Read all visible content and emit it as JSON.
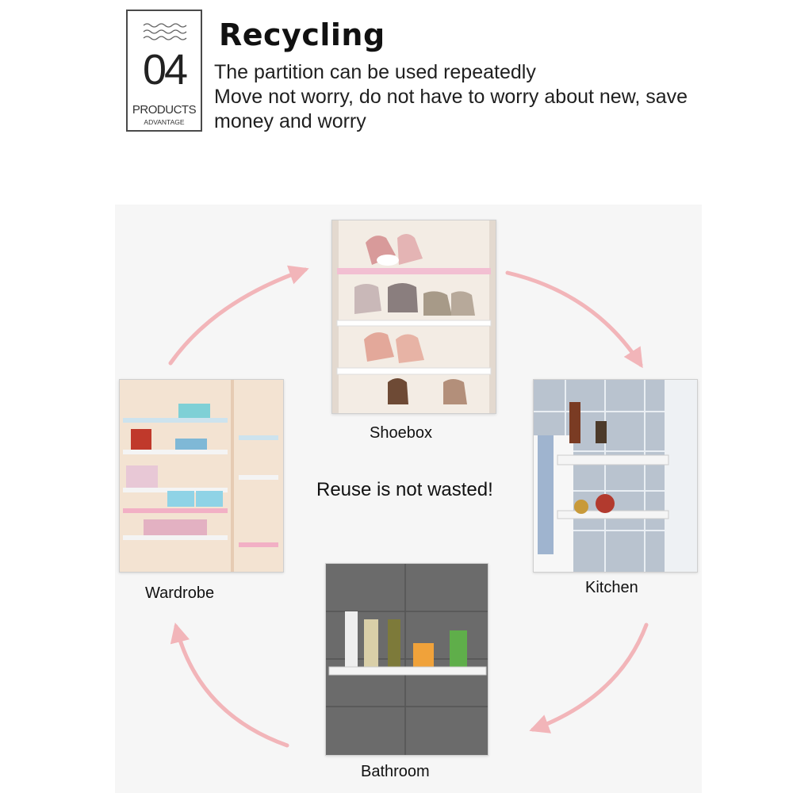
{
  "badge": {
    "number": "04",
    "line1": "PRODUCTS",
    "line2": "ADVANTAGE"
  },
  "header": {
    "title": "Recycling",
    "lines": [
      "The partition can be used repeatedly",
      "Move not worry, do not have to worry about new, save",
      "money and worry"
    ]
  },
  "cycle": {
    "center": "Reuse is not wasted!",
    "items": [
      {
        "label": "Shoebox"
      },
      {
        "label": "Kitchen"
      },
      {
        "label": "Bathroom"
      },
      {
        "label": "Wardrobe"
      }
    ],
    "arrow_color": "#f2b5b9"
  }
}
